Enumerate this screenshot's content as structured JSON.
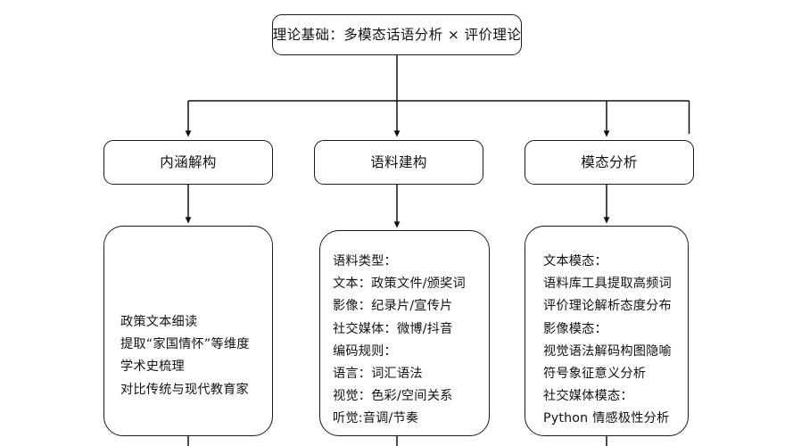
{
  "diagram": {
    "type": "flowchart",
    "orientation": "top-down",
    "stroke_color": "#1b1b1b",
    "background_color": "#ffffff",
    "root": {
      "id": "theory-basis",
      "label": "理论基础：多模态话语分析 × 评价理论"
    },
    "branches": [
      {
        "id": "deconstruct",
        "header": "内涵解构",
        "details": [
          "政策文本细读",
          "提取“家国情怀”等维度",
          "学术史梳理",
          "对比传统与现代教育家"
        ]
      },
      {
        "id": "corpus",
        "header": "语料建构",
        "details": [
          "语料类型：",
          "文本：政策文件/颁奖词",
          "影像：纪录片/宣传片",
          "社交媒体：微博/抖音",
          "编码规则：",
          "语言：词汇语法",
          "视觉：色彩/空间关系",
          "听觉:音调/节奏"
        ]
      },
      {
        "id": "modality",
        "header": "模态分析",
        "details": [
          "文本模态：",
          "语料库工具提取高频词",
          "评价理论解析态度分布",
          "影像模态：",
          "视觉语法解码构图隐喻",
          "符号象征意义分析",
          "社交媒体模态：",
          "Python 情感极性分析"
        ]
      }
    ],
    "edges": [
      {
        "from": "theory-basis",
        "to": "bus",
        "style": "line"
      },
      {
        "from": "bus",
        "to": "deconstruct",
        "style": "arrow"
      },
      {
        "from": "bus",
        "to": "corpus",
        "style": "arrow"
      },
      {
        "from": "bus",
        "to": "modality",
        "style": "arrow"
      },
      {
        "from": "deconstruct",
        "to": "deconstruct-detail",
        "style": "arrow"
      },
      {
        "from": "corpus",
        "to": "corpus-detail",
        "style": "arrow"
      },
      {
        "from": "modality",
        "to": "modality-detail",
        "style": "arrow"
      },
      {
        "from": "deconstruct-detail",
        "to": "below",
        "style": "line"
      },
      {
        "from": "corpus-detail",
        "to": "below",
        "style": "line"
      },
      {
        "from": "modality-detail",
        "to": "below",
        "style": "line"
      }
    ]
  }
}
